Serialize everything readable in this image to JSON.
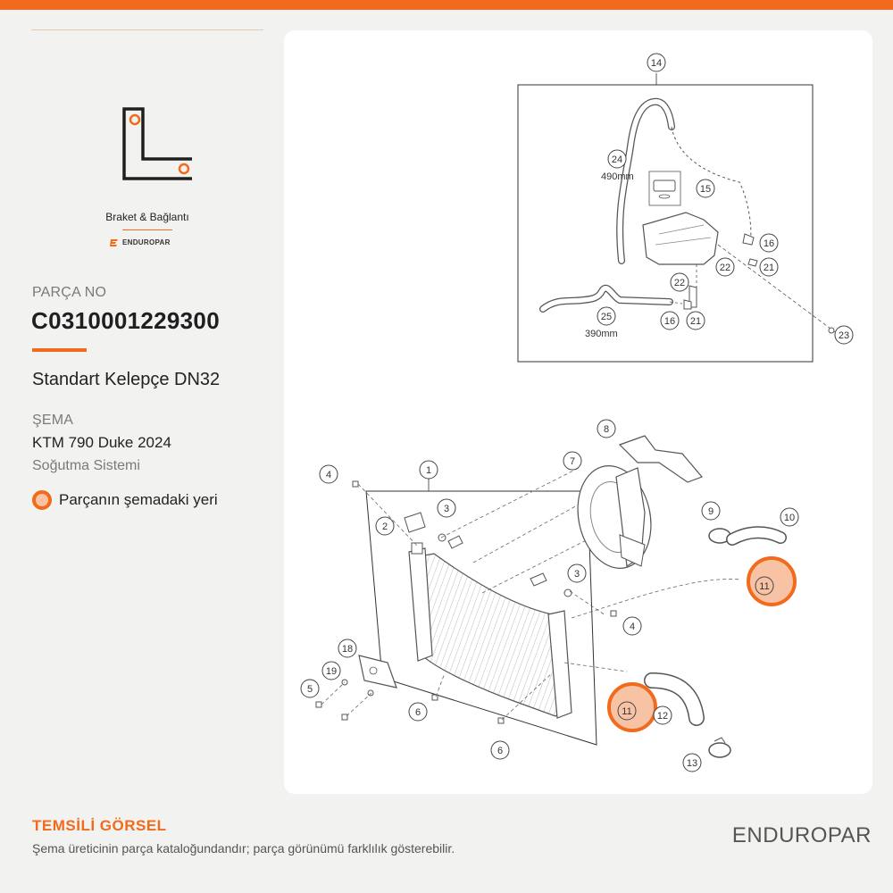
{
  "sidebar": {
    "category_label": "Braket & Bağlantı",
    "brand_small": "ENDUROPAR",
    "part_no_label": "PARÇA NO",
    "part_no": "C0310001229300",
    "part_name": "Standart Kelepçe DN32",
    "schema_label": "ŞEMA",
    "schema_model": "KTM 790 Duke 2024",
    "schema_system": "Soğutma Sistemi",
    "legend_text": "Parçanın şemadaki yeri"
  },
  "diagram": {
    "callouts": [
      "1",
      "2",
      "3",
      "3",
      "4",
      "4",
      "5",
      "6",
      "6",
      "7",
      "8",
      "9",
      "10",
      "11",
      "11",
      "12",
      "13",
      "14",
      "15",
      "16",
      "16",
      "18",
      "19",
      "21",
      "21",
      "22",
      "22",
      "23",
      "24",
      "25"
    ],
    "dimensions": [
      "490mm",
      "390mm"
    ],
    "highlight_label": "11"
  },
  "footer": {
    "representative_title": "TEMSİLİ GÖRSEL",
    "representative_note": "Şema üreticinin parça kataloğundandır; parça görünümü farklılık gösterebilir.",
    "brand": "ENDUROPAR"
  },
  "colors": {
    "accent": "#f26a1b",
    "highlight_fill": "#f8c3a5"
  },
  "icons": [
    "bracket-icon",
    "brand-logo-icon"
  ]
}
